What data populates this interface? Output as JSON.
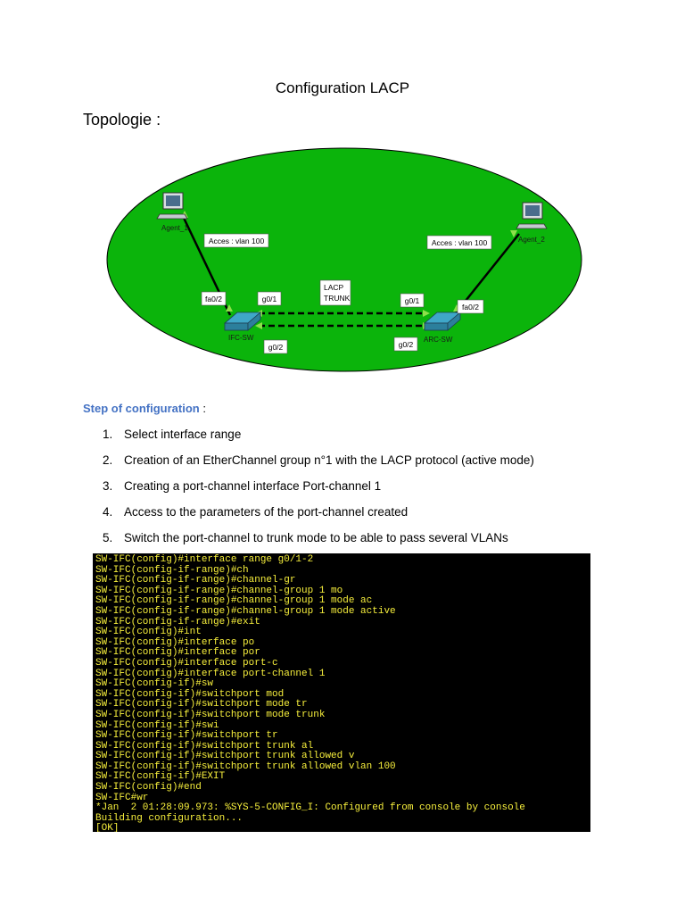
{
  "doc": {
    "title": "Configuration LACP",
    "section_title": "Topologie :"
  },
  "topology": {
    "labels": {
      "agent_left": "Agent_1",
      "agent_right": "Agent_2",
      "access_left": "Acces : vlan 100",
      "access_right": "Acces : vlan 100",
      "lacp_line1": "LACP",
      "lacp_line2": "TRUNK",
      "left_fa": "fa0/2",
      "left_g01": "g0/1",
      "left_g02": "g0/2",
      "right_g01": "g0/1",
      "right_g02": "g0/2",
      "right_fa": "fa0/2",
      "switch_left": "IFC-SW",
      "switch_right": "ARC-SW"
    },
    "colors": {
      "ellipse_fill": "#0bb40b",
      "link_color": "#000000",
      "switch_color": "#3fa7c9",
      "arrow_color": "#8ee04a"
    }
  },
  "steps": {
    "heading": "Step of configuration",
    "suffix": " :",
    "items": [
      {
        "num": "1.",
        "text": "Select interface range"
      },
      {
        "num": "2.",
        "text": "Creation of an EtherChannel group n°1 with the LACP protocol (active mode)"
      },
      {
        "num": "3.",
        "text": "Creating a port-channel interface Port-channel 1"
      },
      {
        "num": "4.",
        "text": "Access to the parameters of the port-channel created"
      },
      {
        "num": "5.",
        "text": "Switch the port-channel to trunk mode to be able to pass several VLANs"
      }
    ]
  },
  "console": {
    "lines": [
      "SW-IFC(config)#interface range g0/1-2",
      "SW-IFC(config-if-range)#ch",
      "SW-IFC(config-if-range)#channel-gr",
      "SW-IFC(config-if-range)#channel-group 1 mo",
      "SW-IFC(config-if-range)#channel-group 1 mode ac",
      "SW-IFC(config-if-range)#channel-group 1 mode active",
      "SW-IFC(config-if-range)#exit",
      "SW-IFC(config)#int",
      "SW-IFC(config)#interface po",
      "SW-IFC(config)#interface por",
      "SW-IFC(config)#interface port-c",
      "SW-IFC(config)#interface port-channel 1",
      "SW-IFC(config-if)#sw",
      "SW-IFC(config-if)#switchport mod",
      "SW-IFC(config-if)#switchport mode tr",
      "SW-IFC(config-if)#switchport mode trunk",
      "SW-IFC(config-if)#swi",
      "SW-IFC(config-if)#switchport tr",
      "SW-IFC(config-if)#switchport trunk al",
      "SW-IFC(config-if)#switchport trunk allowed v",
      "SW-IFC(config-if)#switchport trunk allowed vlan 100",
      "SW-IFC(config-if)#EXIT",
      "SW-IFC(config)#end",
      "SW-IFC#wr",
      "*Jan  2 01:28:09.973: %SYS-5-CONFIG_I: Configured from console by console",
      "Building configuration...",
      "[OK]"
    ]
  }
}
